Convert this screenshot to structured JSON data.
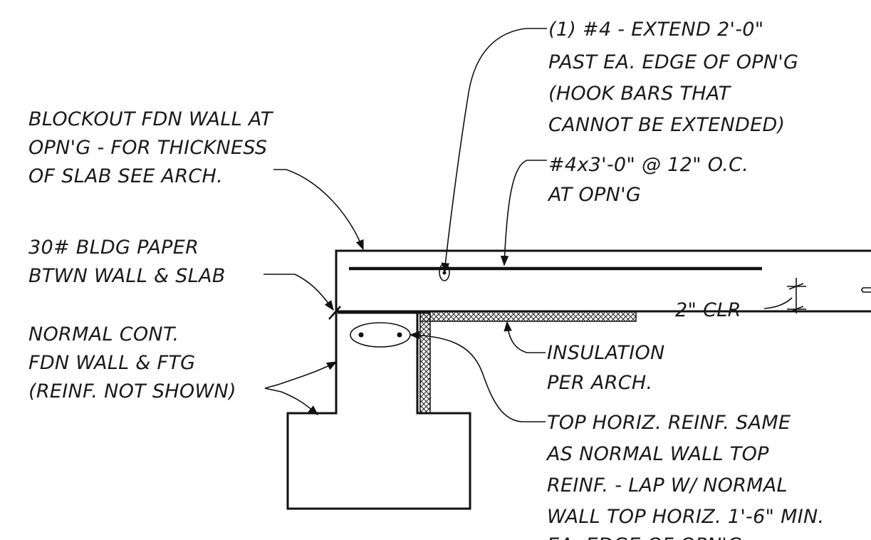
{
  "notes": {
    "rebar_extend": [
      "(1) #4 - EXTEND 2'-0\"",
      "PAST EA. EDGE OF OPN'G",
      "(HOOK BARS THAT",
      "CANNOT BE EXTENDED)"
    ],
    "blockout": [
      "BLOCKOUT FDN WALL AT",
      "OPN'G - FOR THICKNESS",
      "OF SLAB SEE ARCH."
    ],
    "slab_bars": [
      "#4x3'-0\" @ 12\" O.C.",
      "AT OPN'G"
    ],
    "bldg_paper": [
      "30# BLDG PAPER",
      "BTWN WALL & SLAB"
    ],
    "clearance": "2\" CLR",
    "normal_wall": [
      "NORMAL CONT.",
      "FDN WALL & FTG",
      "(REINF. NOT SHOWN)"
    ],
    "insulation": [
      "INSULATION",
      "PER ARCH."
    ],
    "top_horiz": [
      "TOP HORIZ. REINF. SAME",
      "AS NORMAL  WALL TOP",
      "REINF. - LAP W/ NORMAL",
      "WALL TOP HORIZ. 1'-6\" MIN.",
      "EA. EDGE OF OPN'G"
    ]
  }
}
